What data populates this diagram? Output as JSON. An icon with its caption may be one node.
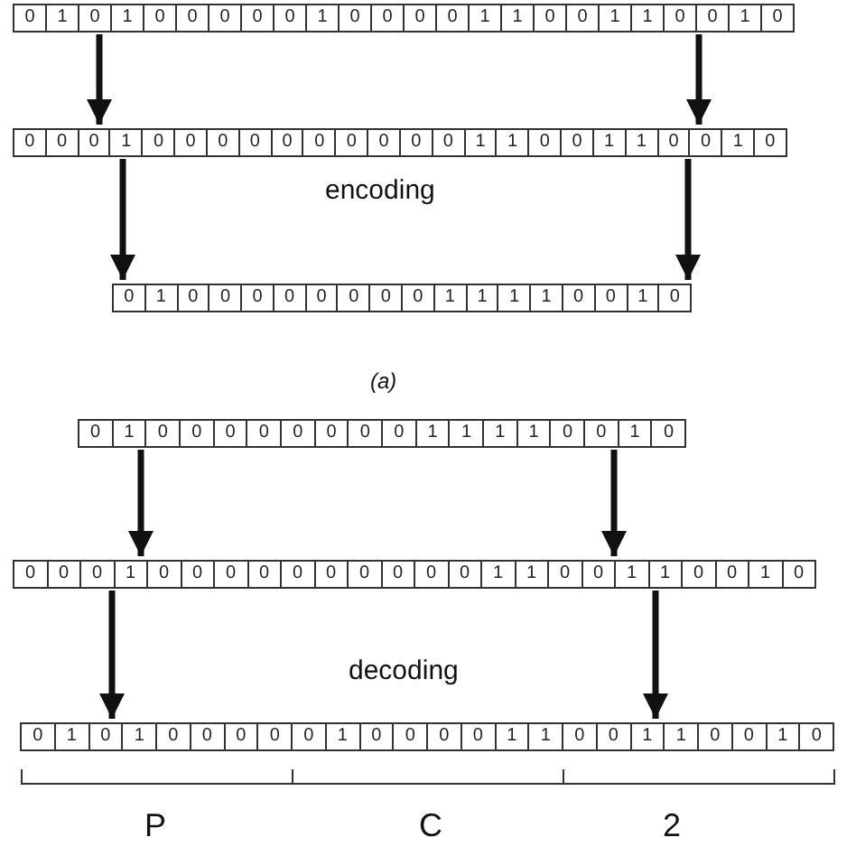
{
  "diagram": {
    "nodes": [
      {
        "text": [
          "0",
          "1",
          "0",
          "1",
          "0",
          "0",
          "0",
          "0",
          "0",
          "1",
          "0",
          "0",
          "0",
          "0",
          "1",
          "1",
          "0",
          "0",
          "1",
          "1",
          "0",
          "0",
          "1",
          "0"
        ]
      },
      {
        "text": [
          "0",
          "0",
          "0",
          "1",
          "0",
          "0",
          "0",
          "0",
          "0",
          "0",
          "0",
          "0",
          "0",
          "0",
          "1",
          "1",
          "0",
          "0",
          "1",
          "1",
          "0",
          "0",
          "1",
          "0"
        ]
      },
      {
        "text": [
          "0",
          "1",
          "0",
          "0",
          "0",
          "0",
          "0",
          "0",
          "0",
          "0",
          "1",
          "1",
          "1",
          "1",
          "0",
          "0",
          "1",
          "0"
        ]
      },
      {
        "text": [
          "0",
          "1",
          "0",
          "0",
          "0",
          "0",
          "0",
          "0",
          "0",
          "0",
          "1",
          "1",
          "1",
          "1",
          "0",
          "0",
          "1",
          "0"
        ]
      },
      {
        "text": [
          "0",
          "0",
          "0",
          "1",
          "0",
          "0",
          "0",
          "0",
          "0",
          "0",
          "0",
          "0",
          "0",
          "0",
          "1",
          "1",
          "0",
          "0",
          "1",
          "1",
          "0",
          "0",
          "1",
          "0"
        ]
      },
      {
        "text": [
          "0",
          "1",
          "0",
          "1",
          "0",
          "0",
          "0",
          "0",
          "0",
          "1",
          "0",
          "0",
          "0",
          "0",
          "1",
          "1",
          "0",
          "0",
          "1",
          "1",
          "0",
          "0",
          "1",
          "0"
        ]
      }
    ],
    "edges": [
      {
        "from": 0,
        "to": 1,
        "arrow": "to"
      },
      {
        "from": 0,
        "to": 1,
        "arrow": "to"
      },
      {
        "from": 1,
        "to": 2,
        "arrow": "to"
      },
      {
        "from": 1,
        "to": 2,
        "arrow": "to"
      },
      {
        "from": 3,
        "to": 4,
        "arrow": "to"
      },
      {
        "from": 3,
        "to": 4,
        "arrow": "to"
      },
      {
        "from": 4,
        "to": 5,
        "arrow": "to"
      },
      {
        "from": 4,
        "to": 5,
        "arrow": "to"
      }
    ],
    "labels": [
      "encoding",
      "(a)",
      "decoding",
      "P",
      "C",
      "2"
    ]
  }
}
